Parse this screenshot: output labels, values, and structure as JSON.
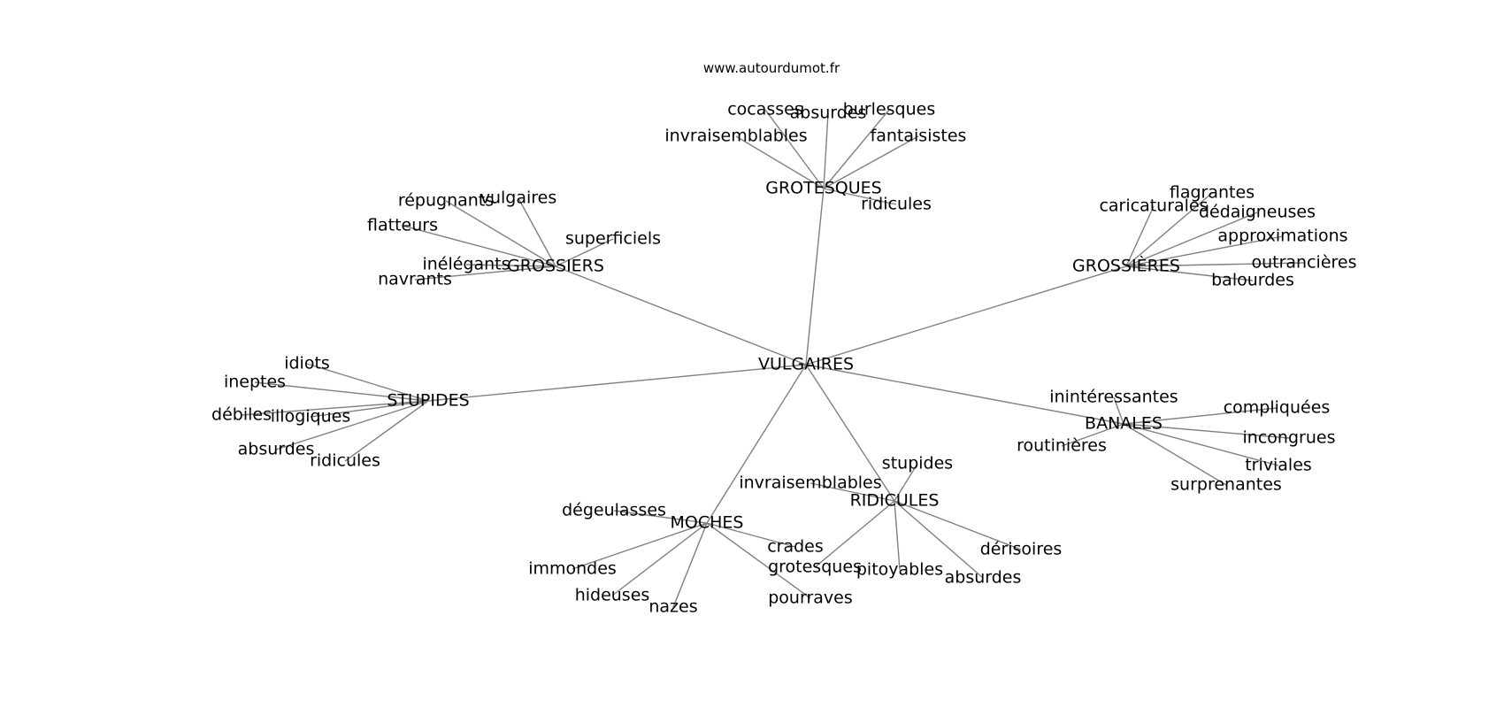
{
  "site": "www.autourdumot.fr",
  "center": "VULGAIRES",
  "clusters": [
    {
      "label": "GROTESQUES",
      "words": [
        "cocasses",
        "absurdes",
        "burlesques",
        "invraisemblables",
        "fantaisistes",
        "ridicules"
      ]
    },
    {
      "label": "GROSSIERS",
      "words": [
        "répugnants",
        "vulgaires",
        "flatteurs",
        "superficiels",
        "inélégants",
        "navrants"
      ]
    },
    {
      "label": "GROSSIÈRES",
      "words": [
        "caricaturales",
        "flagrantes",
        "dédaigneuses",
        "approximations",
        "outrancières",
        "balourdes"
      ]
    },
    {
      "label": "STUPIDES",
      "words": [
        "idiots",
        "ineptes",
        "débiles",
        "illogiques",
        "absurdes",
        "ridicules"
      ]
    },
    {
      "label": "BANALES",
      "words": [
        "inintéressantes",
        "compliquées",
        "routinières",
        "incongrues",
        "triviales",
        "surprenantes"
      ]
    },
    {
      "label": "RIDICULES",
      "words": [
        "stupides",
        "invraisemblables",
        "dérisoires",
        "grotesques",
        "pitoyables",
        "absurdes"
      ]
    },
    {
      "label": "MOCHES",
      "words": [
        "dégeulasses",
        "crades",
        "immondes",
        "hideuses",
        "nazes",
        "pourraves"
      ]
    }
  ]
}
